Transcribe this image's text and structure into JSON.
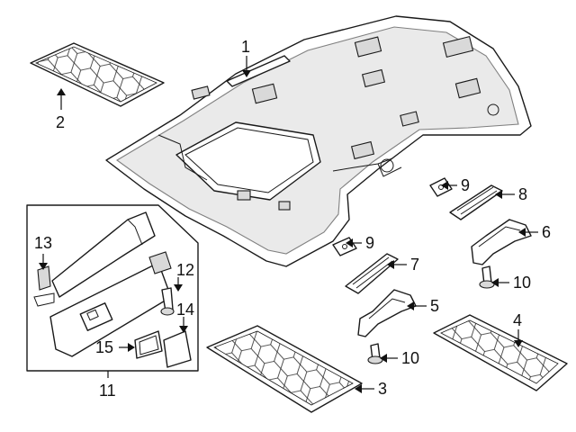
{
  "diagram": {
    "callouts": [
      "1",
      "2",
      "3",
      "4",
      "5",
      "6",
      "7",
      "8",
      "9",
      "9",
      "10",
      "10",
      "11",
      "12",
      "13",
      "14",
      "15"
    ]
  }
}
